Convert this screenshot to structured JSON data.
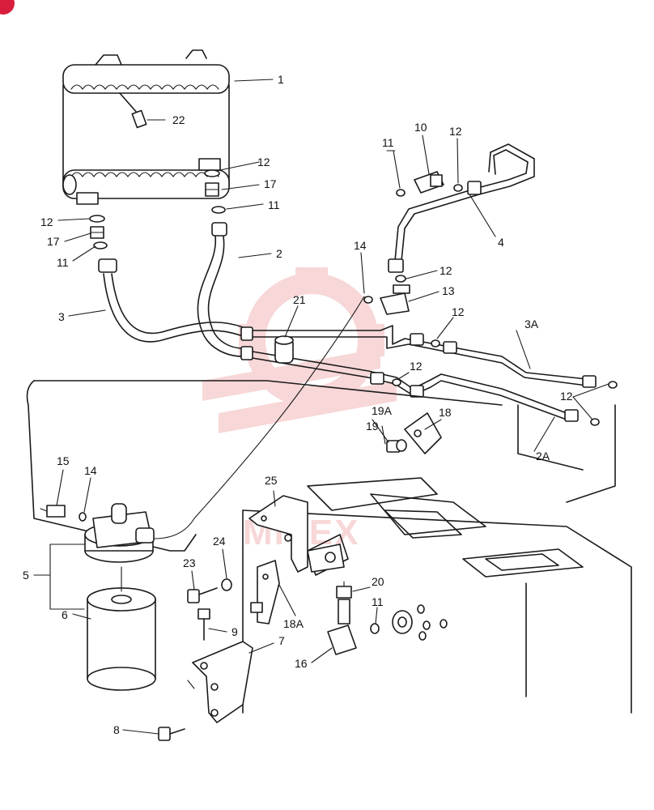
{
  "diagram": {
    "callouts": {
      "c1": "1",
      "c2": "2",
      "c2a": "2A",
      "c3": "3",
      "c3a": "3A",
      "c4": "4",
      "c5": "5",
      "c6": "6",
      "c7": "7",
      "c8": "8",
      "c9": "9",
      "c10": "10",
      "c11a": "11",
      "c11b": "11",
      "c11c": "11",
      "c11d": "11",
      "c12a": "12",
      "c12b": "12",
      "c12c": "12",
      "c12d": "12",
      "c12e": "12",
      "c12f": "12",
      "c12g": "12",
      "c13": "13",
      "c14a": "14",
      "c14b": "14",
      "c15": "15",
      "c16": "16",
      "c17a": "17",
      "c17b": "17",
      "c18": "18",
      "c18a": "18A",
      "c19": "19",
      "c19a": "19A",
      "c20": "20",
      "c21": "21",
      "c22": "22",
      "c23": "23",
      "c24": "24",
      "c25": "25"
    },
    "watermark": "MITEX",
    "colors": {
      "line": "#1a1a1a",
      "watermark": "#f2b8b8",
      "corner_badge": "#d81e3c"
    }
  }
}
